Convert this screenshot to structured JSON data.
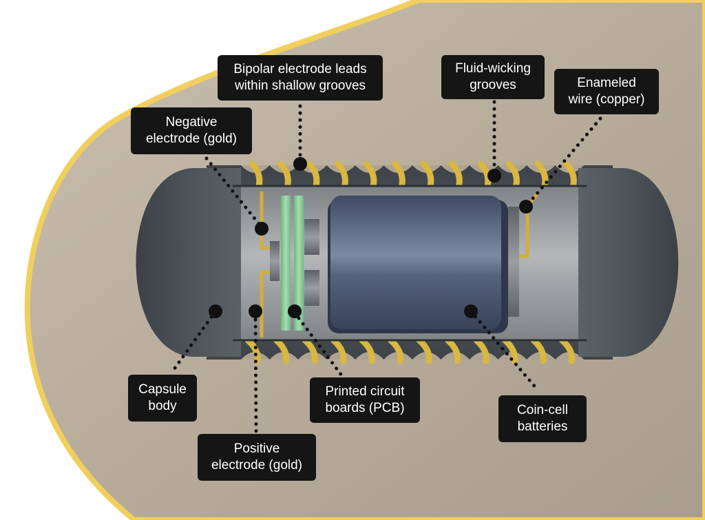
{
  "colors": {
    "background_white": "#ffffff",
    "tissue": "#b9ad9c",
    "tissue_border": "#f0cf5c",
    "capsule_shell": "#4c5358",
    "capsule_interior": "#9c9fa2",
    "coil_wire": "#d9b740",
    "battery": "#4a5872",
    "pcb": "#8fcf9e",
    "callout_bg": "#151515",
    "callout_text": "#ffffff"
  },
  "labels": {
    "bipolar_leads": {
      "line1": "Bipolar electrode leads",
      "line2": "within shallow grooves"
    },
    "fluid_grooves": {
      "line1": "Fluid-wicking",
      "line2": "grooves"
    },
    "enameled_wire": {
      "line1": "Enameled",
      "line2": "wire (copper)"
    },
    "negative_electrode": {
      "line1": "Negative",
      "line2": "electrode (gold)"
    },
    "capsule_body": {
      "line1": "Capsule",
      "line2": "body"
    },
    "pcb": {
      "line1": "Printed circuit",
      "line2": "boards (PCB)"
    },
    "coin_cell": {
      "line1": "Coin-cell",
      "line2": "batteries"
    },
    "positive_electrode": {
      "line1": "Positive",
      "line2": "electrode (gold)"
    }
  }
}
